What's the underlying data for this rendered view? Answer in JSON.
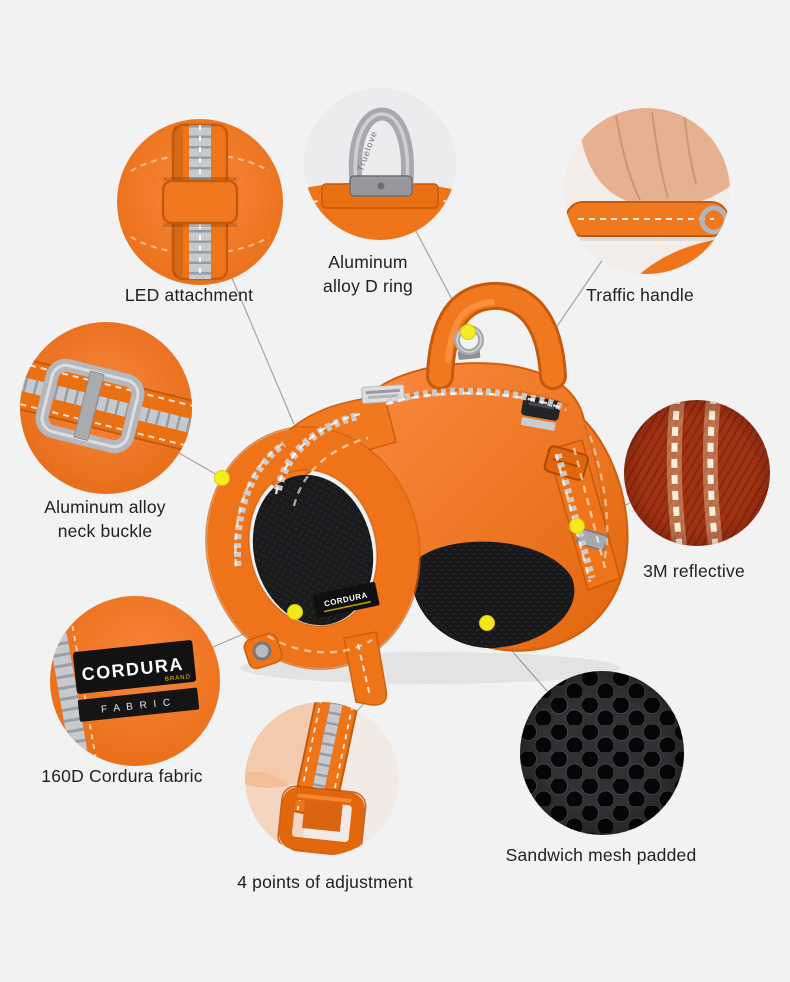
{
  "page": {
    "background": "#f2f2f3"
  },
  "colors": {
    "orange": "#ef7419",
    "orange_dark": "#c55a0b",
    "yellow_dot": "#f7ee1f",
    "connector_line": "#a5a5a5",
    "label_text": "#212121",
    "mesh_black": "#1a1a1c",
    "reflective_red": "#9a2f10"
  },
  "callouts": {
    "led": {
      "label": "LED attachment"
    },
    "dring": {
      "label_line1": "Aluminum",
      "label_line2": "alloy D ring",
      "ring_engraving": "Truelove"
    },
    "traffic": {
      "label": "Traffic handle"
    },
    "neck_buckle": {
      "label_line1": "Aluminum alloy",
      "label_line2": "neck buckle"
    },
    "reflective": {
      "label": "3M reflective"
    },
    "cordura": {
      "label": "160D Cordura fabric",
      "patch_brand": "CORDURA",
      "patch_sub": "BRAND",
      "patch_fabric": "F A B R I C"
    },
    "adjustment": {
      "label": "4 points of adjustment"
    },
    "mesh": {
      "label": "Sandwich mesh padded"
    }
  },
  "harness": {
    "chest_patch_text": "CORDURA"
  }
}
